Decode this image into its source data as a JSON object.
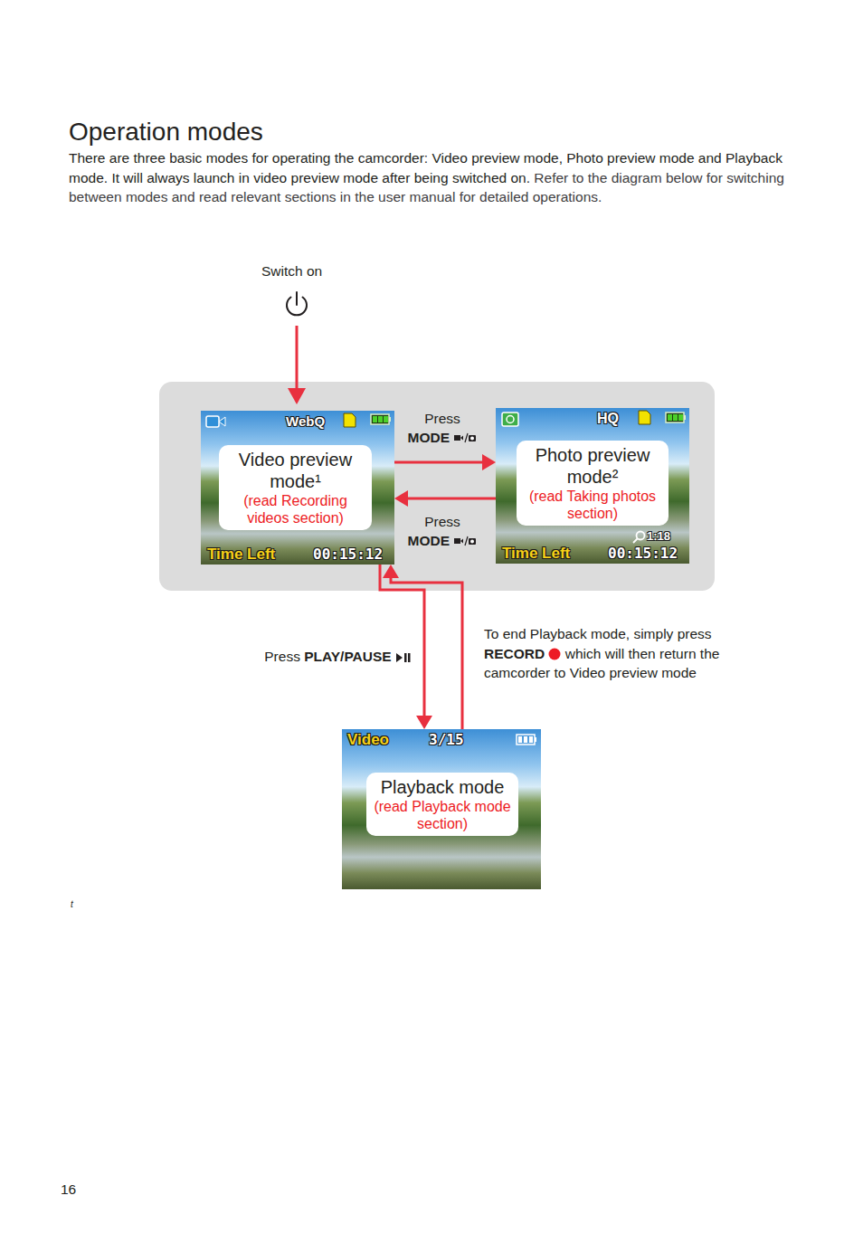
{
  "diagram": {
    "title": "Operation modes",
    "nodes": [
      {
        "text": [
          "Video preview mode¹",
          "(read Recording videos section)"
        ]
      },
      {
        "text": [
          "Photo preview mode²",
          "(read Taking photos section)"
        ]
      },
      {
        "text": [
          "Playback mode",
          "(read Playback mode section)"
        ]
      }
    ],
    "edges": [
      {
        "from": 0,
        "to": 1,
        "arrow": "to"
      },
      {
        "from": 1,
        "to": 0,
        "arrow": "to"
      },
      {
        "from": 0,
        "to": 2,
        "arrow": "to"
      },
      {
        "from": 2,
        "to": 0,
        "arrow": "to"
      }
    ],
    "labels": [
      "There are three basic modes for operating the camcorder: Video preview mode, Photo preview mode and Playback mode. It will always launch in video preview mode after being switched on.",
      "Refer to the diagram below for switching between modes and read relevant sections in the user manual for detailed operations.",
      "Switch on",
      "WebQ",
      "Time Left",
      "00:15:12",
      "Press",
      "MODE",
      "Press",
      "MODE",
      "HQ",
      "1:18",
      "Time Left",
      "00:15:12",
      "Press",
      "PLAY/PAUSE",
      "To end Playback mode, simply press",
      "RECORD",
      "which will then return the camcorder to Video preview mode",
      "Video",
      "3/15",
      "t",
      "16"
    ]
  }
}
